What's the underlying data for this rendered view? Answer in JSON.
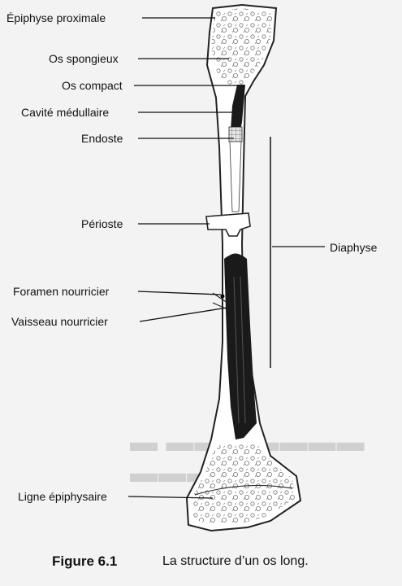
{
  "labels": {
    "epiphyse_proximale": "Épiphyse proximale",
    "os_spongieux": "Os spongieux",
    "os_compact": "Os compact",
    "cavite_medullaire": "Cavité médullaire",
    "endoste": "Endoste",
    "perioste": "Périoste",
    "diaphyse": "Diaphyse",
    "foramen_nourricier": "Foramen nourricier",
    "vaisseau_nourricier": "Vaisseau nourricier",
    "ligne_epiphysaire": "Ligne épiphysaire"
  },
  "caption": {
    "label": "Figure 6.1",
    "text": "La structure d’un os long."
  }
}
